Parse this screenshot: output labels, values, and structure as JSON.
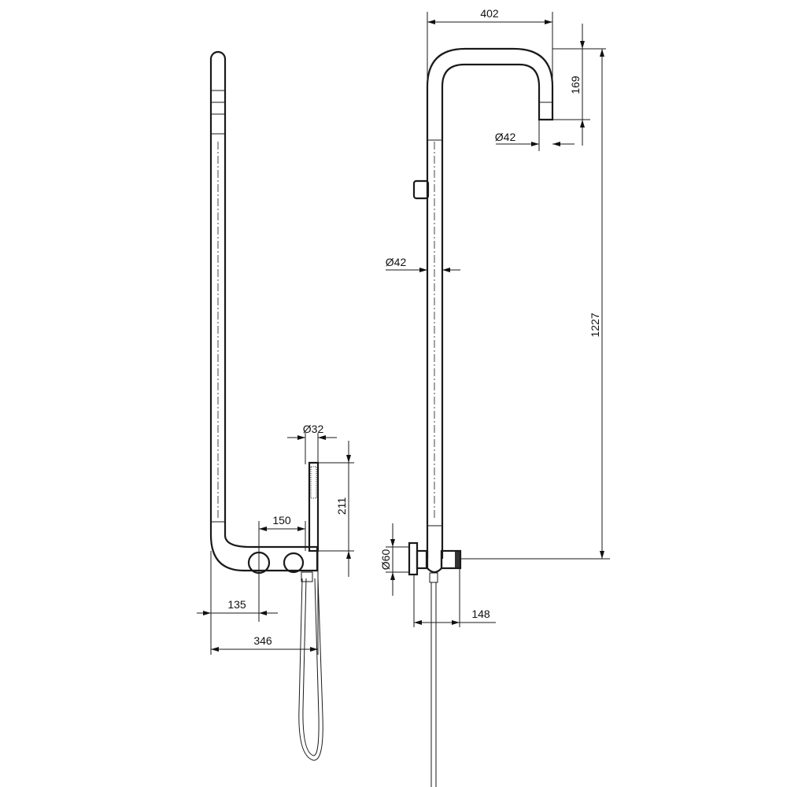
{
  "dimensions": {
    "top_width": "402",
    "spout_drop": "169",
    "spout_diameter": "Ø42",
    "total_height": "1227",
    "pipe_diameter": "Ø42",
    "handshower_diameter": "Ø32",
    "handshower_height": "211",
    "knob_spacing": "150",
    "pipe_to_knob": "135",
    "pipe_to_handshower": "346",
    "flange_diameter": "Ø60",
    "wall_projection": "148"
  }
}
